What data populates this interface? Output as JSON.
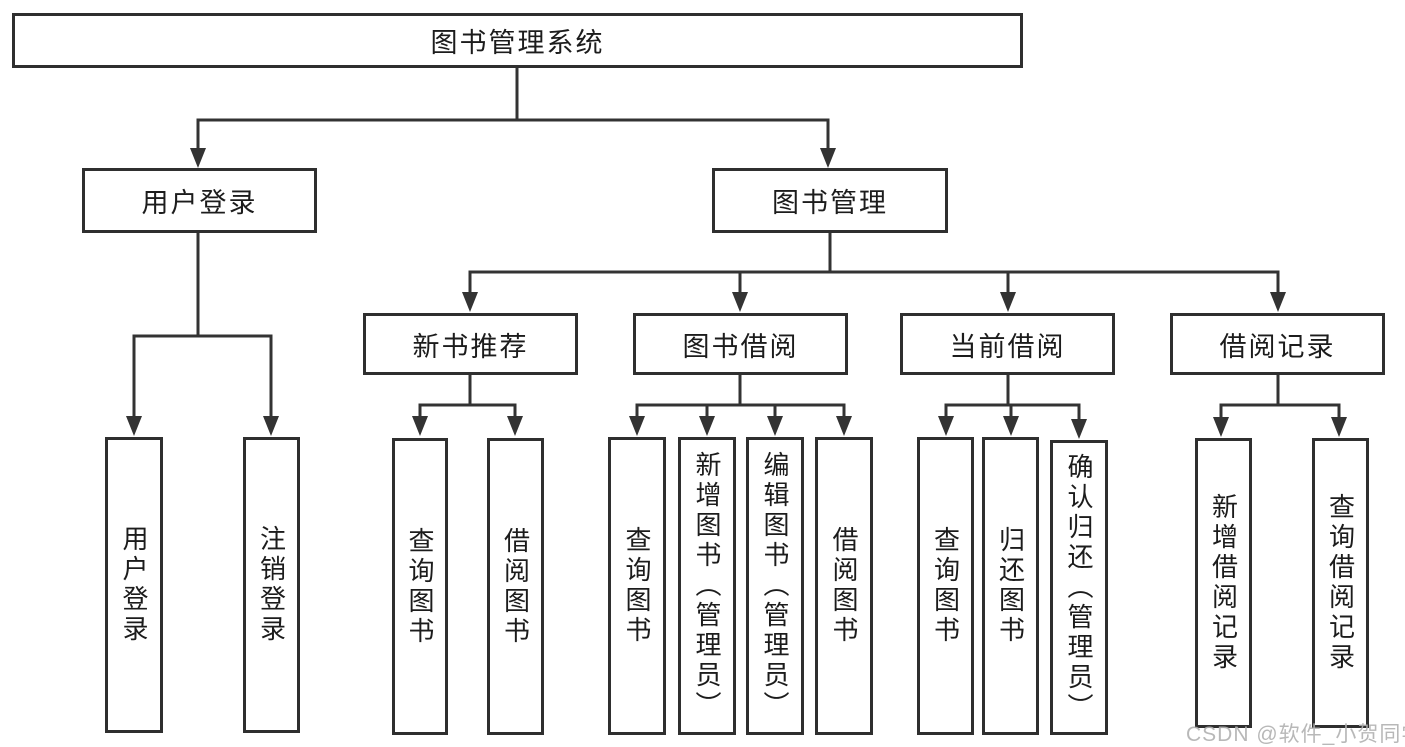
{
  "nodes": {
    "root": "图书管理系统",
    "userLogin": "用户登录",
    "bookManagement": "图书管理",
    "newBookRecommend": "新书推荐",
    "bookBorrowing": "图书借阅",
    "currentBorrowing": "当前借阅",
    "borrowingRecords": "借阅记录",
    "userLoginLeaf": "用户登录",
    "logoutLeaf": "注销登录",
    "queryBookA": "查询图书",
    "borrowBookA": "借阅图书",
    "queryBookB": "查询图书",
    "addBookAdmin": "新增图书（管理员）",
    "editBookAdmin": "编辑图书（管理员）",
    "borrowBookB": "借阅图书",
    "queryBookC": "查询图书",
    "returnBook": "归还图书",
    "confirmReturnAdmin": "确认归还（管理员）",
    "addBorrowRecord": "新增借阅记录",
    "queryBorrowRecord": "查询借阅记录"
  },
  "watermark": {
    "text": "CSDN @软件_小贺同学"
  },
  "colors": {
    "line": "#333333",
    "text": "#1c1c1c",
    "background": "#ffffff",
    "watermark": "#b0b0b0"
  }
}
